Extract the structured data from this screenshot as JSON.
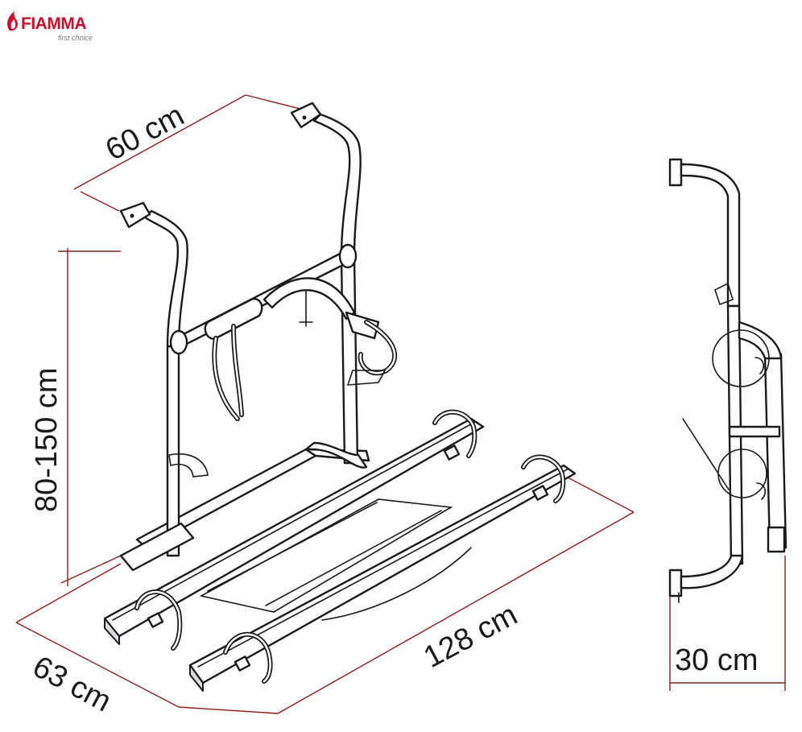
{
  "logo": {
    "brand": "FIAMMA",
    "tagline": "first choice",
    "color": "#c8102e"
  },
  "dimensions": {
    "width_top": "60 cm",
    "height": "80-150 cm",
    "depth": "63 cm",
    "length": "128 cm",
    "side_depth": "30 cm"
  },
  "colors": {
    "dimension_line": "#8b1e1e",
    "outline": "#1a1a1a"
  }
}
